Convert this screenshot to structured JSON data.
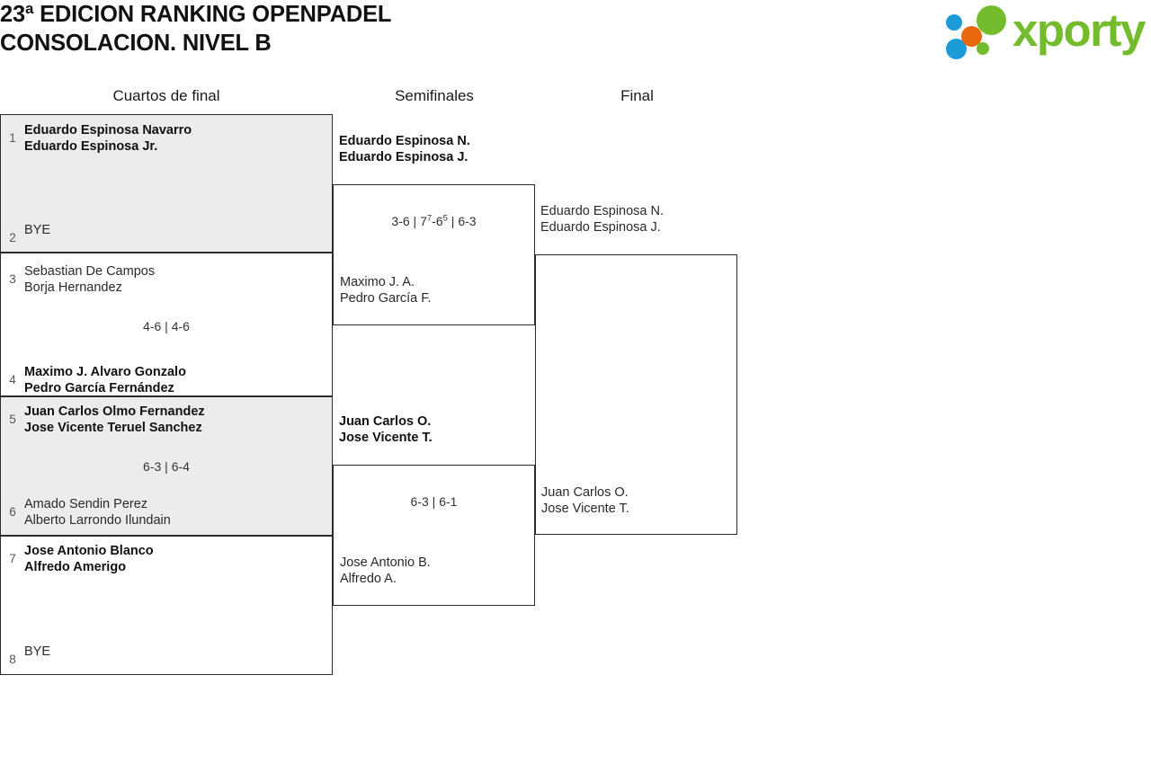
{
  "header": {
    "title_line1": "23ª EDICION RANKING OPENPADEL",
    "title_line2": "CONSOLACION. NIVEL B",
    "brand": {
      "name": "xporty",
      "green": "#74bb2d",
      "blue": "#1b9bd8",
      "orange": "#e8690b"
    }
  },
  "rounds": [
    {
      "id": "qf",
      "label": "Cuartos de final"
    },
    {
      "id": "sf",
      "label": "Semifinales"
    },
    {
      "id": "f",
      "label": "Final"
    }
  ],
  "quarterfinals": [
    {
      "shaded": true,
      "top": {
        "seed": "1",
        "names": "Eduardo Espinosa Navarro\nEduardo Espinosa Jr.",
        "winner": true
      },
      "bottom": {
        "seed": "2",
        "names": "BYE",
        "winner": false
      },
      "score": ""
    },
    {
      "shaded": false,
      "top": {
        "seed": "3",
        "names": "Sebastian De Campos\nBorja Hernandez",
        "winner": false
      },
      "bottom": {
        "seed": "4",
        "names": "Maximo J. Alvaro Gonzalo\nPedro García Fernández",
        "winner": true
      },
      "score": "4-6 | 4-6"
    },
    {
      "shaded": true,
      "top": {
        "seed": "5",
        "names": "Juan Carlos Olmo Fernandez\nJose Vicente Teruel Sanchez",
        "winner": true
      },
      "bottom": {
        "seed": "6",
        "names": "Amado Sendin Perez\nAlberto Larrondo Ilundain",
        "winner": false
      },
      "score": "6-3 | 6-4"
    },
    {
      "shaded": false,
      "top": {
        "seed": "7",
        "names": "Jose Antonio Blanco\nAlfredo Amerigo",
        "winner": true
      },
      "bottom": {
        "seed": "8",
        "names": "BYE",
        "winner": false
      },
      "score": ""
    }
  ],
  "semifinals": [
    {
      "top": {
        "names": "Eduardo Espinosa N.\nEduardo Espinosa J.",
        "winner": true
      },
      "bottom": {
        "names": "Maximo J. A.\nPedro García F.",
        "winner": false
      },
      "score_prefix": "3-6 | 7",
      "score_sup1": "7",
      "score_mid": "-6",
      "score_sup2": "5",
      "score_suffix": " | 6-3",
      "score_plain": "3-6 | 7⁷-6⁵ | 6-3"
    },
    {
      "top": {
        "names": "Juan Carlos O.\nJose Vicente T.",
        "winner": true
      },
      "bottom": {
        "names": "Jose Antonio B.\nAlfredo A.",
        "winner": false
      },
      "score_plain": "6-3 | 6-1"
    }
  ],
  "final": {
    "top": {
      "names": "Eduardo Espinosa N.\nEduardo Espinosa J.",
      "winner": false
    },
    "bottom": {
      "names": "Juan Carlos O.\nJose Vicente T.",
      "winner": false
    },
    "score": ""
  }
}
